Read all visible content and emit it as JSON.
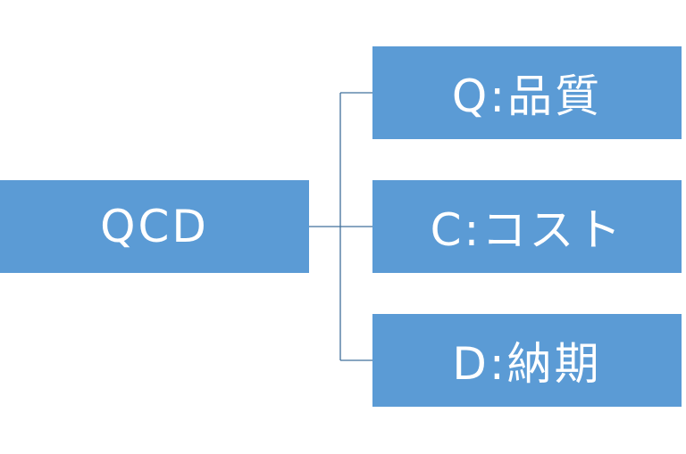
{
  "diagram": {
    "root": {
      "label": "QCD"
    },
    "children": [
      {
        "label": "Q:品質"
      },
      {
        "label": "C:コスト"
      },
      {
        "label": "D:納期"
      }
    ]
  },
  "colors": {
    "box_fill": "#5b9bd5",
    "connector": "#41719c",
    "text": "#ffffff",
    "background": "#ffffff"
  }
}
